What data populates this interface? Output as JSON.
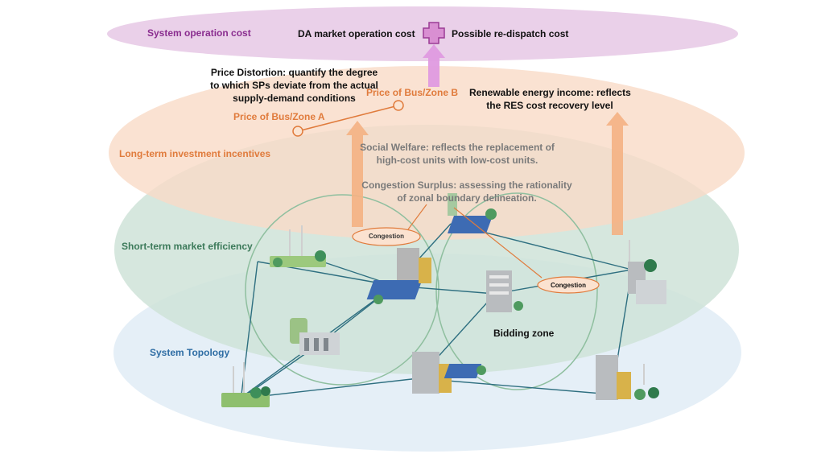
{
  "layers": {
    "system_operation_cost": "System operation cost",
    "long_term": "Long-term investment incentives",
    "short_term": "Short-term market efficiency",
    "system_topology": "System Topology"
  },
  "cost": {
    "da_market": "DA market operation cost",
    "redispatch": "Possible re-dispatch cost"
  },
  "metrics": {
    "price_distortion": [
      "Price Distortion: quantify the degree",
      "to which SPs deviate from the actual",
      "supply-demand conditions"
    ],
    "renewable_income": [
      "Renewable energy income: reflects",
      "the RES cost recovery level"
    ],
    "social_welfare": [
      "Social Welfare: reflects the replacement of",
      "high-cost units with low-cost units."
    ],
    "congestion_surplus": [
      "Congestion Surplus: assessing the rationality",
      "of zonal boundary delineation."
    ]
  },
  "prices": {
    "zone_a": "Price of Bus/Zone A",
    "zone_b": "Price of Bus/Zone B"
  },
  "congestion_label": "Congestion",
  "bidding_zone": "Bidding zone",
  "colors": {
    "cost_layer": "#e9c8e6",
    "long_term_layer": "#f8dcc8",
    "short_term_layer": "#d3e6dc",
    "topology_layer": "#e1ecf6",
    "cost_text": "#8a2d8f",
    "orange": "#e07b3c",
    "green_text": "#3c7a5a",
    "blue_text": "#2e6da4",
    "gray_text": "#7a7a7a",
    "line": "#2e6f80",
    "orange_arrow": "#f4b183",
    "plus_fill": "#d98fd2",
    "plus_stroke": "#9b3b95"
  }
}
